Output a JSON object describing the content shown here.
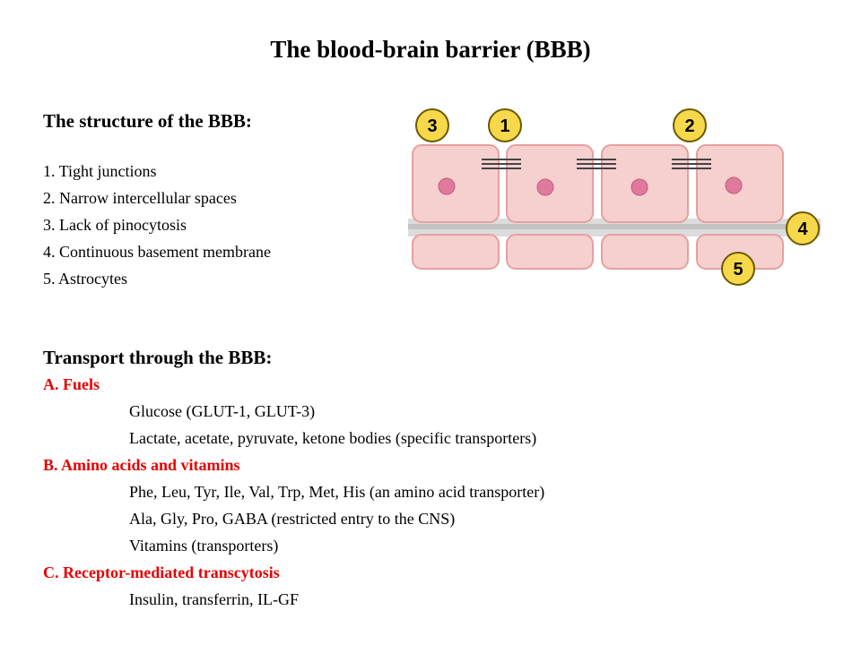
{
  "title": "The blood-brain barrier (BBB)",
  "structure": {
    "heading": "The structure of the BBB:",
    "items": [
      "1. Tight junctions",
      "2. Narrow intercellular spaces",
      "3. Lack of pinocytosis",
      "4. Continuous basement membrane",
      "5. Astrocytes"
    ]
  },
  "transport": {
    "heading": "Transport through the BBB:",
    "categories": [
      {
        "label": "A. Fuels",
        "items": [
          "Glucose (GLUT-1, GLUT-3)",
          "Lactate, acetate, pyruvate, ketone bodies (specific transporters)"
        ]
      },
      {
        "label": "B. Amino acids and vitamins",
        "items": [
          "Phe, Leu, Tyr, Ile, Val, Trp, Met, His (an amino acid transporter)",
          "Ala, Gly, Pro, GABA (restricted entry to the CNS)",
          "Vitamins (transporters)"
        ]
      },
      {
        "label": "C. Receptor-mediated transcytosis",
        "items": [
          "Insulin, transferrin, IL-GF"
        ]
      }
    ]
  },
  "figure": {
    "badges": [
      "3",
      "1",
      "2",
      "4",
      "5"
    ],
    "colors": {
      "cell_fill": "#f6cfcf",
      "cell_border": "#e6a0a0",
      "nucleus": "#e07a9a",
      "badge_fill": "#f7d84a",
      "badge_border": "#6b5a00",
      "junction": "#444444",
      "membrane_band": "#cfcfcf"
    }
  }
}
